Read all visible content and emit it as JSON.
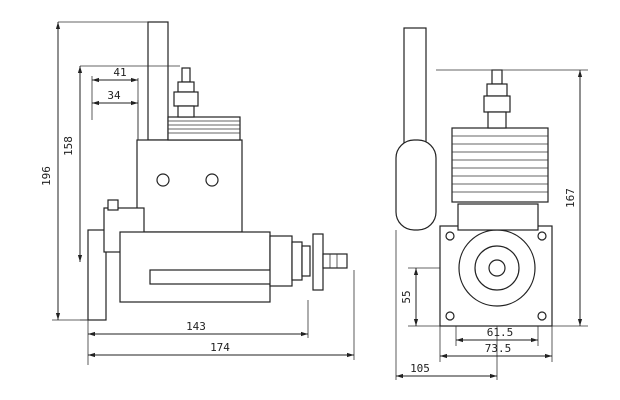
{
  "dimensions": {
    "side_view": {
      "total_height": "196",
      "to_plug_height": "158",
      "width_41": "41",
      "width_34": "34",
      "width_143": "143",
      "width_174": "174"
    },
    "rear_view": {
      "height_167": "167",
      "height_55": "55",
      "width_61_5": "61.5",
      "width_73_5": "73.5",
      "width_105": "105"
    }
  }
}
